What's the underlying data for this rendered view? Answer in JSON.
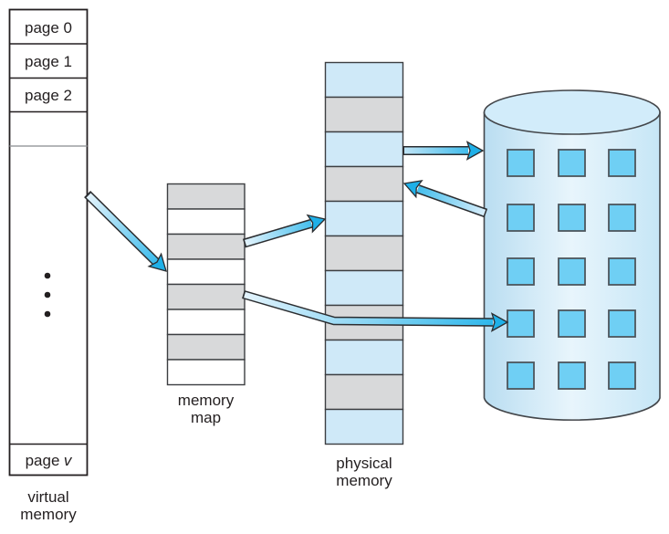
{
  "diagram": {
    "virtual_memory": {
      "cells": [
        "page 0",
        "page 1",
        "page 2"
      ],
      "last_cell": {
        "prefix": "page",
        "italic_suffix": "v"
      },
      "caption_line1": "virtual",
      "caption_line2": "memory"
    },
    "memory_map": {
      "caption_line1": "memory",
      "caption_line2": "map"
    },
    "physical_memory": {
      "caption_line1": "physical",
      "caption_line2": "memory"
    },
    "disk": {
      "block_rows": 5,
      "block_cols": 3,
      "block_count": 15
    },
    "ellipsis_dots": 3,
    "colors": {
      "cell_gray": "#d8d9da",
      "cell_light_blue": "#cfe9f8",
      "disk_body_blue": "#cde9f8",
      "disk_block_blue": "#6fcff4",
      "arrow_head_blue": "#1fb0e8",
      "arrow_tail_blue": "#e3f3fc",
      "outline_dark": "#2b2d30",
      "text_color": "#231f20"
    }
  }
}
